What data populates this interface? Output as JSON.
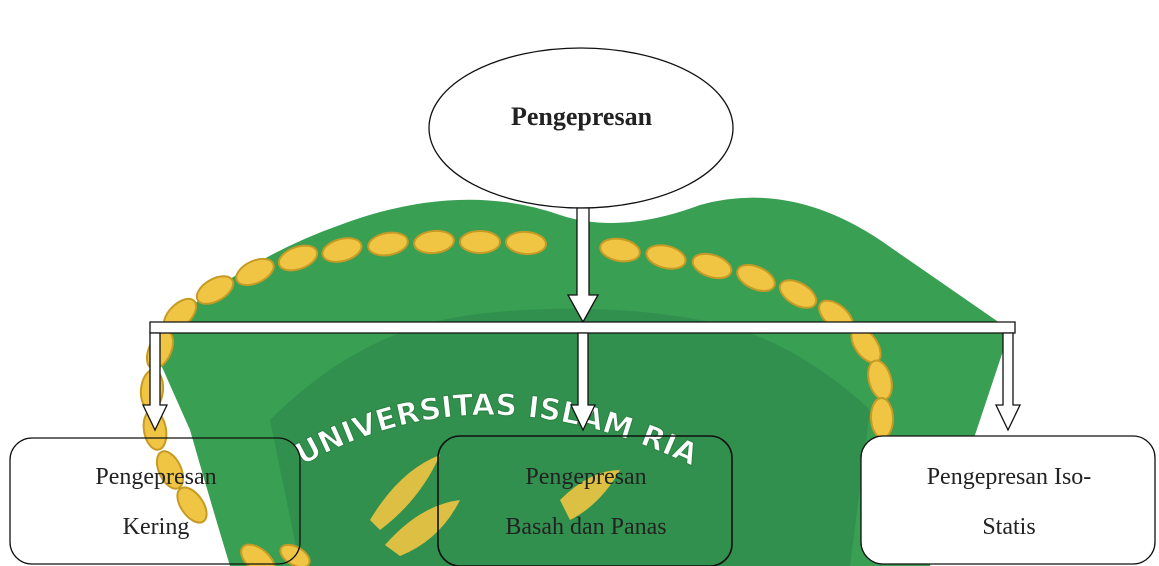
{
  "watermark": {
    "text": "UNIVERSITAS ISLAM RIAU",
    "colors": {
      "shield": "#2e9a4a",
      "shield_dark": "#1f7a38",
      "rope": "#f0c23a",
      "rope_dark": "#c4961a",
      "text": "#ffffff"
    }
  },
  "root": {
    "label": "Pengepresan"
  },
  "children": [
    {
      "id": "kering",
      "lines": [
        "Pengepresan",
        "Kering"
      ]
    },
    {
      "id": "basah",
      "lines": [
        "Pengepresan",
        "Basah dan Panas"
      ]
    },
    {
      "id": "iso",
      "lines": [
        "Pengepresan Iso-",
        "Statis"
      ]
    }
  ],
  "colors": {
    "stroke": "#111111",
    "text": "#222222"
  }
}
